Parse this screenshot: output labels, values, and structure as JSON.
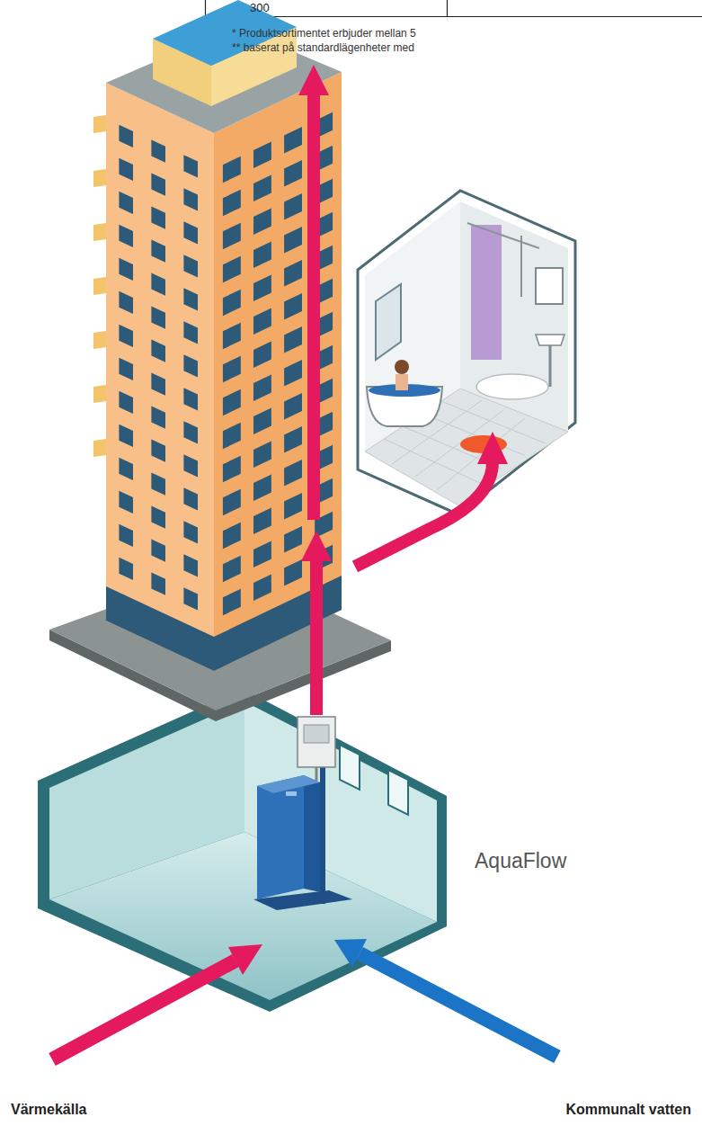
{
  "diagram": {
    "labels": [
      "300",
      "* Produktsortimentet erbjuder mellan 5",
      "** baserat på standardlägenheter med",
      "AquaFlow",
      "Värmekälla",
      "Kommunalt vatten"
    ]
  }
}
